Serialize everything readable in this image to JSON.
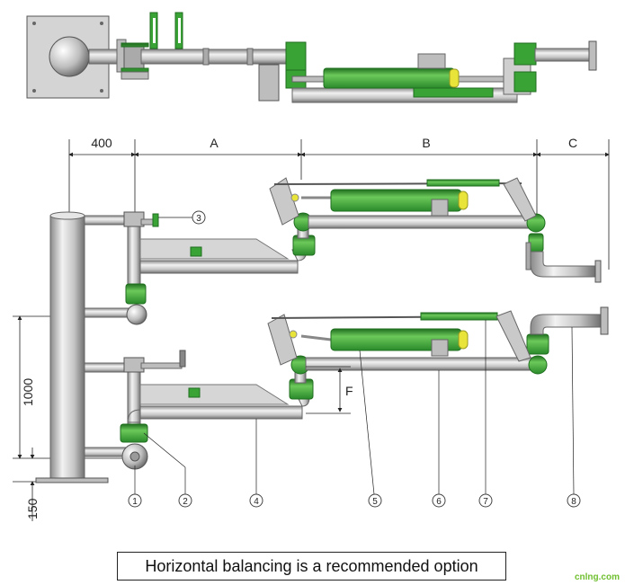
{
  "dimensions": {
    "top": [
      "400",
      "A",
      "B",
      "C"
    ],
    "vertical_1000": "1000",
    "vertical_150": "150",
    "f_label": "F"
  },
  "callouts": [
    "1",
    "2",
    "3",
    "4",
    "5",
    "6",
    "7",
    "8"
  ],
  "caption": "Horizontal balancing is a recommended option",
  "watermark": "cnlng.com",
  "colors": {
    "pipe": "#c9c9c9",
    "pipe_edge": "#6e6e6e",
    "green": "#3aa335",
    "green_dark": "#1f6e1f",
    "yellow": "#e8e43a",
    "plate": "#cfcfcf"
  }
}
